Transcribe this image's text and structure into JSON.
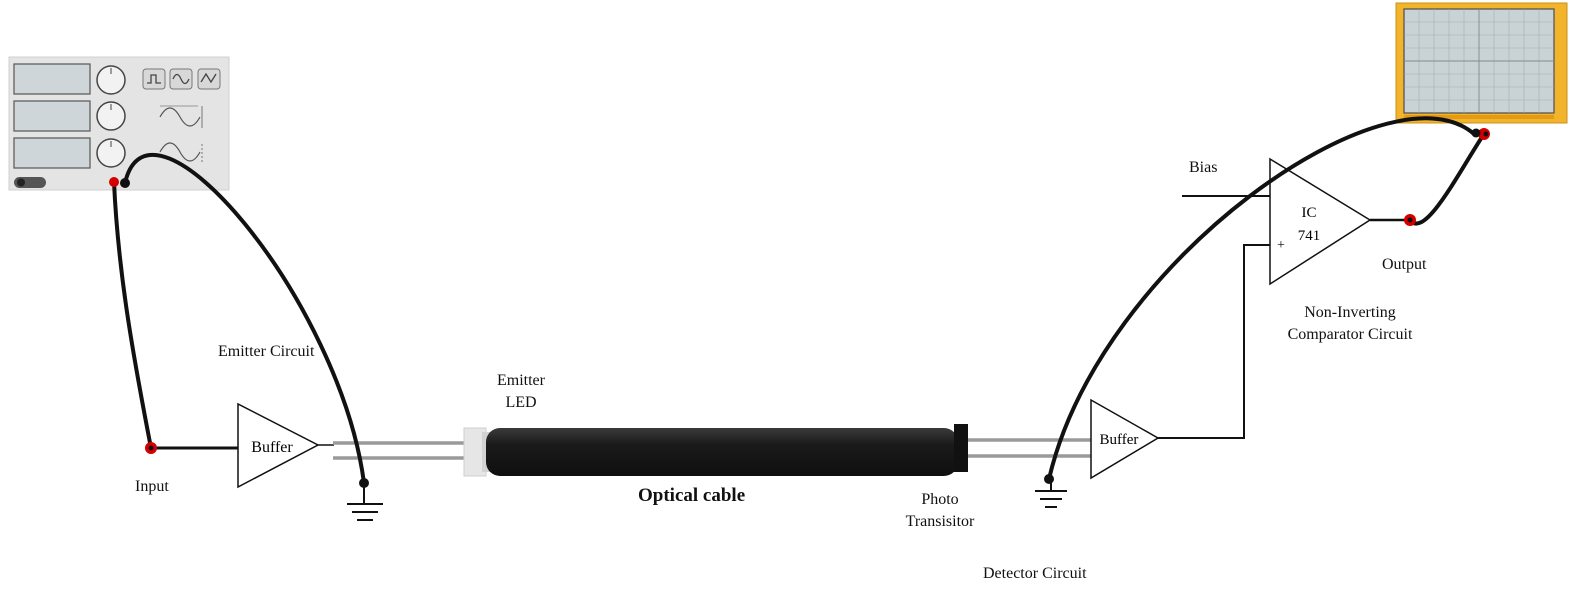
{
  "labels": {
    "emitter_circuit": "Emitter Circuit",
    "input": "Input",
    "emitter_led_line1": "Emitter",
    "emitter_led_line2": "LED",
    "optical_cable": "Optical cable",
    "photo_transistor_line1": "Photo",
    "photo_transistor_line2": "Transisitor",
    "detector_circuit": "Detector Circuit",
    "bias": "Bias",
    "output": "Output",
    "comparator_line1": "Non-Inverting",
    "comparator_line2": "Comparator Circuit"
  },
  "emitter_buffer": {
    "label": "Buffer"
  },
  "detector_buffer": {
    "label": "Buffer"
  },
  "opamp": {
    "line1": "IC",
    "line2": "741",
    "plus": "+"
  },
  "colors": {
    "wire": "#111111",
    "probe_dot": "#d40000",
    "scope_frame": "#f2b42a",
    "scope_screen": "#c9d3d6",
    "fngen_body": "#e4e4e4",
    "cable": "#1c1c1c"
  }
}
